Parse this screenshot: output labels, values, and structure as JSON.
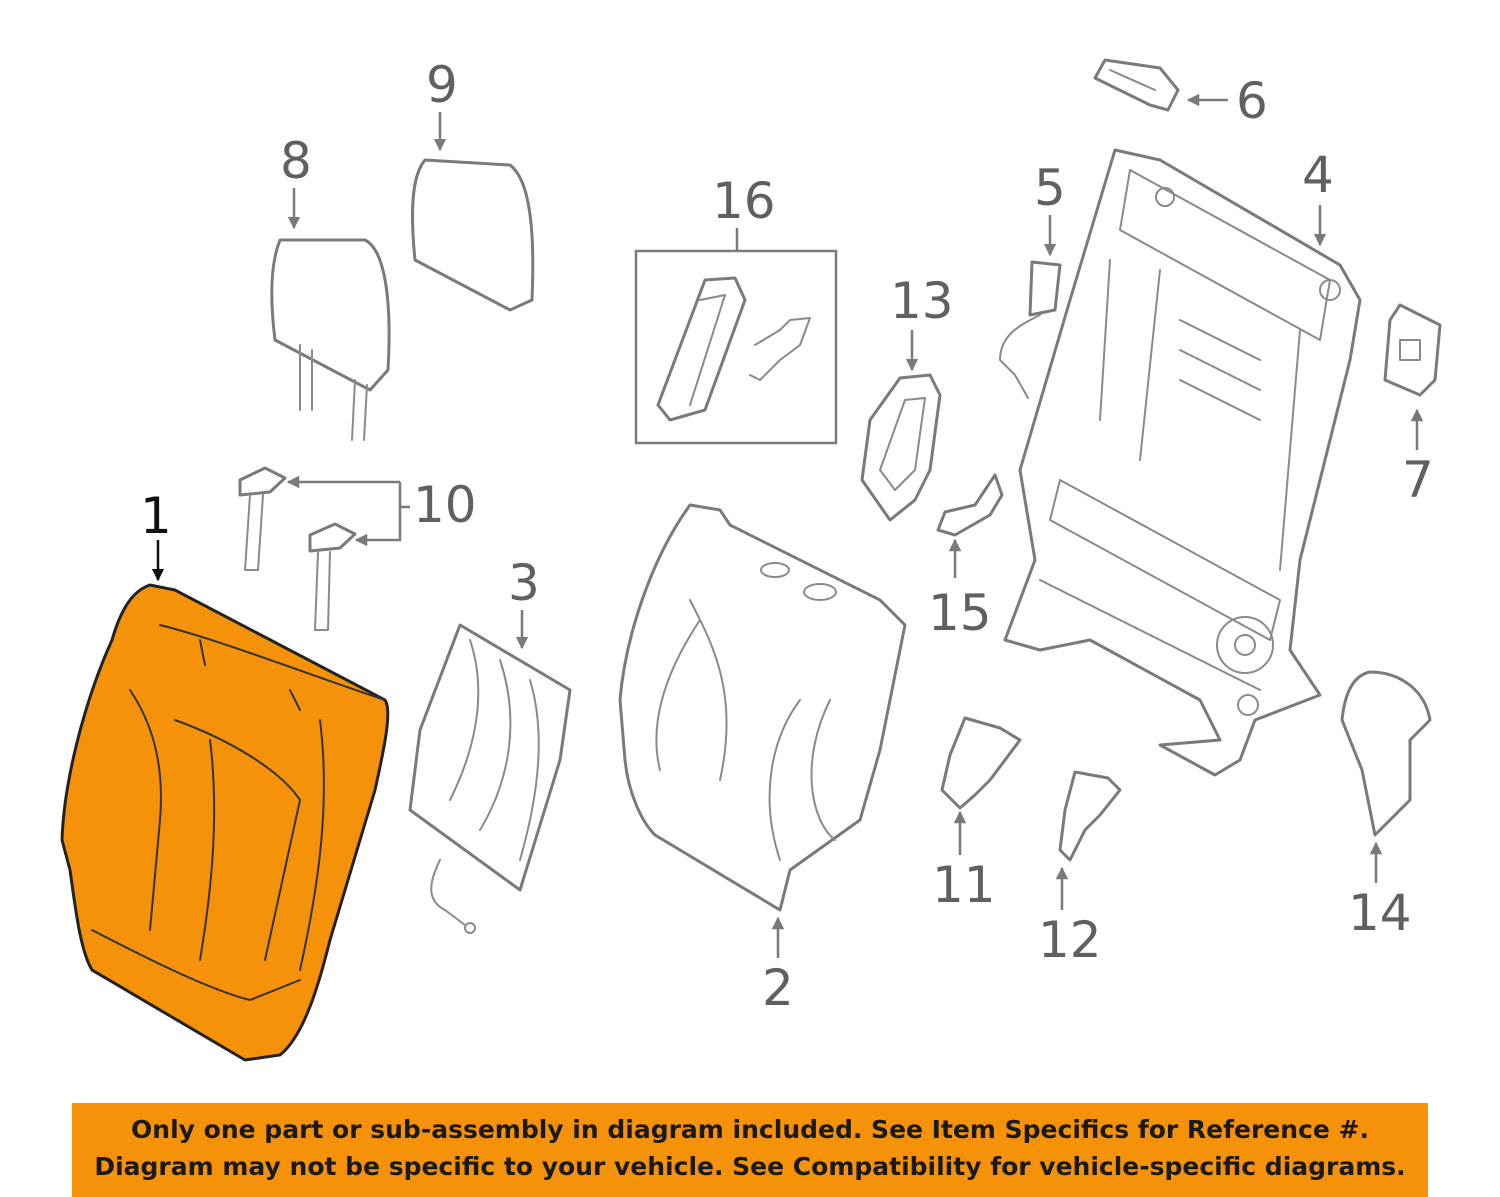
{
  "diagram": {
    "highlight_color": "#f5920a",
    "line_color": "#7a7a7a",
    "callouts": [
      {
        "id": "1",
        "label": "1",
        "part": "seat-back-cover",
        "highlighted": true
      },
      {
        "id": "2",
        "label": "2",
        "part": "seat-back-pad"
      },
      {
        "id": "3",
        "label": "3",
        "part": "heater-element"
      },
      {
        "id": "4",
        "label": "4",
        "part": "seat-back-frame"
      },
      {
        "id": "5",
        "label": "5",
        "part": "release-cable"
      },
      {
        "id": "6",
        "label": "6",
        "part": "trim-cap"
      },
      {
        "id": "7",
        "label": "7",
        "part": "latch-cover"
      },
      {
        "id": "8",
        "label": "8",
        "part": "headrest-outer"
      },
      {
        "id": "9",
        "label": "9",
        "part": "headrest-center"
      },
      {
        "id": "10",
        "label": "10",
        "part": "headrest-guides"
      },
      {
        "id": "11",
        "label": "11",
        "part": "bracket-left"
      },
      {
        "id": "12",
        "label": "12",
        "part": "bracket-right"
      },
      {
        "id": "13",
        "label": "13",
        "part": "release-handle-bezel"
      },
      {
        "id": "14",
        "label": "14",
        "part": "pivot-cover"
      },
      {
        "id": "15",
        "label": "15",
        "part": "trim-clip"
      },
      {
        "id": "16",
        "label": "16",
        "part": "hardware-kit"
      }
    ]
  },
  "banner": {
    "background": "#f5920a",
    "line1": "Only one part or sub-assembly in diagram included. See Item Specifics for Reference #.",
    "line2": "Diagram may not be specific to your vehicle. See Compatibility for vehicle-specific diagrams."
  }
}
